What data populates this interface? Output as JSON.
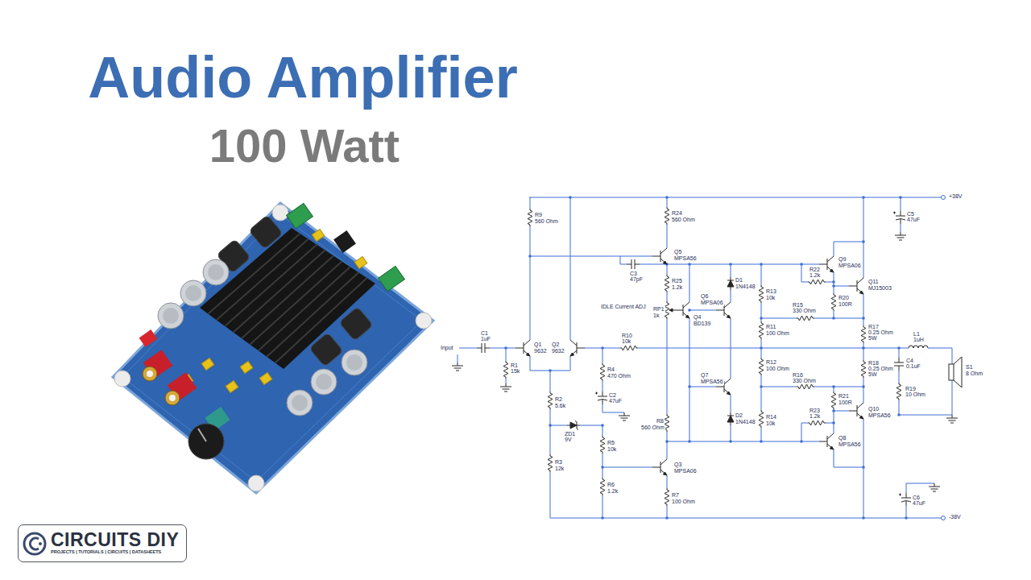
{
  "diagram": {
    "title": "Audio Amplifier",
    "nodes": [
      {
        "text": [
          "CIRCUITS DIY",
          "PROJECTS | TUTORIALS | CIRCUITS | DATASHEETS"
        ]
      }
    ],
    "labels": [
      "100 Watt",
      "+38V",
      "-38V",
      "R9",
      "560 Ohm",
      "R24",
      "560 Ohm",
      "Q5",
      "MPSA56",
      "C3",
      "47pF",
      "Q9",
      "MPSA06",
      "R22",
      "1.2k",
      "Q11",
      "MJ15003",
      "R20",
      "100R",
      "C5",
      "47uF",
      "R25",
      "1.2k",
      "D1",
      "1N4148",
      "R13",
      "10k",
      "Q6",
      "MPSA06",
      "R15",
      "330 Ohm",
      "IDLE Current ADJ",
      "RP1",
      "1k",
      "Q4",
      "BD139",
      "R17",
      "0.25 Ohm",
      "5W",
      "C1",
      "1uF",
      "Input",
      "R1",
      "15k",
      "Q1",
      "9632",
      "Q2",
      "9632",
      "R10",
      "10k",
      "R11",
      "100 Ohm",
      "L1",
      "1uH",
      "C4",
      "0.1uF",
      "R4",
      "470 Ohm",
      "R12",
      "100 Ohm",
      "R18",
      "0.25 Ohm",
      "5W",
      "S1",
      "8 Ohm",
      "R19",
      "10 Ohm",
      "C2",
      "47uF",
      "Q7",
      "MPSA56",
      "R16",
      "330 Ohm",
      "R2",
      "5.6k",
      "R23",
      "1.2k",
      "R21",
      "100R",
      "Q10",
      "MPSA56",
      "ZD1",
      "9V",
      "R8",
      "560 Ohm",
      "D2",
      "1N4148",
      "R14",
      "10k",
      "Q8",
      "MPSA56",
      "R5",
      "10k",
      "R3",
      "12k",
      "Q3",
      "MPSA06",
      "R6",
      "1.2k",
      "R7",
      "100 Ohm",
      "C6",
      "47uF"
    ]
  }
}
